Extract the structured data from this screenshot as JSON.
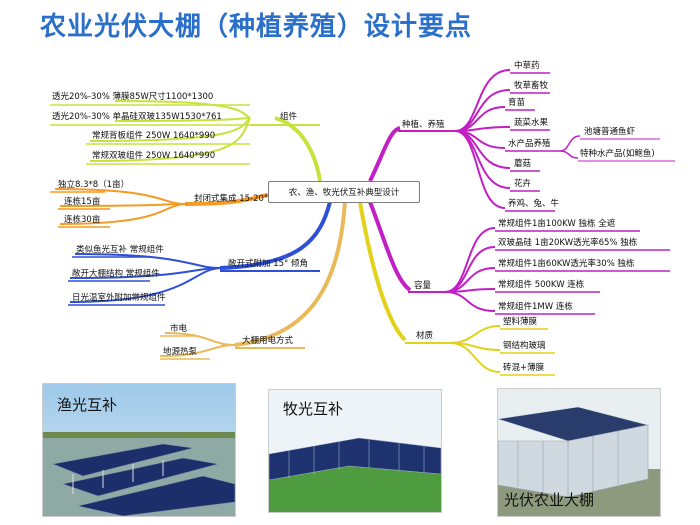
{
  "title": "农业光伏大棚（种植养殖）设计要点",
  "center": "农、渔、牧光伏互补典型设计",
  "branches": {
    "components": {
      "label": "组件",
      "items": [
        "透光20%-30%    薄膜85W尺寸1100*1300",
        "透光20%-30%    单晶硅双玻135W1530*761",
        "常规背板组件 250W 1640*990",
        "常规双玻组件 250W 1640*990"
      ]
    },
    "closed": {
      "label": "封闭式集成 15-20°",
      "items": [
        "独立8.3*8（1亩）",
        "连栋15亩",
        "连栋30亩"
      ]
    },
    "open": {
      "label": "敞开式附加 15°  倾角",
      "items": [
        "类似鱼光互补 常规组件",
        "敞开大棚结构 常规组件",
        "日光温室外附加常规组件"
      ]
    },
    "power": {
      "label": "大棚用电方式",
      "items": [
        "市电",
        "地源热泵"
      ]
    },
    "planting": {
      "label": "种植、养殖",
      "items": [
        "中草药",
        "牧草畜牧",
        "育苗",
        "蔬菜水果",
        "水产品养殖",
        "蘑菇",
        "花卉",
        "养鸡、兔、牛"
      ],
      "aquatic": [
        "池塘普通鱼虾",
        "特种水产品(如鲍鱼)"
      ]
    },
    "capacity": {
      "label": "容量",
      "items": [
        "常规组件1亩100KW 独栋 全遮",
        "双玻晶硅 1亩20KW透光率65% 独栋",
        "常规组件1亩60KW透光率30% 独栋",
        "常规组件 500KW 连栋",
        "常规组件1MW 连栋"
      ]
    },
    "material": {
      "label": "材质",
      "items": [
        "塑料薄膜",
        "钢结构玻璃",
        "砖混+薄膜"
      ]
    }
  },
  "photos": [
    "渔光互补",
    "牧光互补",
    "光伏农业大棚"
  ],
  "colors": {
    "title": "#2a6fc9",
    "components": "#c8e23c",
    "closed": "#f59a22",
    "open": "#2e4fd6",
    "power": "#e9b95a",
    "planting": "#c21fc4",
    "capacity": "#c21fc4",
    "material": "#e3d21a"
  }
}
